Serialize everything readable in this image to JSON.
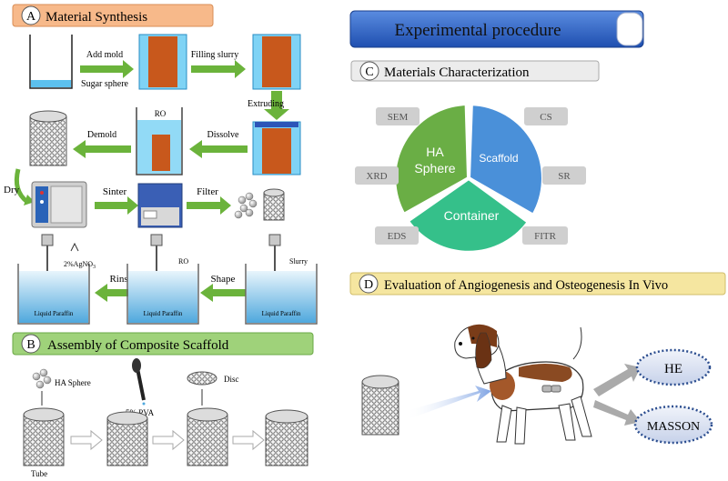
{
  "panels": {
    "a": {
      "letter": "A",
      "title": "Material Synthesis"
    },
    "b": {
      "letter": "B",
      "title": "Assembly of Composite Scaffold"
    },
    "c": {
      "letter": "C",
      "title": "Materials Characterization"
    },
    "d": {
      "letter": "D",
      "title": "Evaluation of Angiogenesis and Osteogenesis In Vivo"
    }
  },
  "header": {
    "title": "Experimental procedure"
  },
  "synthesis": {
    "add_mold": "Add mold",
    "sugar_sphere": "Sugar sphere",
    "filling_slurry": "Filling slurry",
    "extruding": "Extruding",
    "dissolve": "Dissolve",
    "demold": "Demold",
    "ro": "RO",
    "dry": "Dry",
    "sinter": "Sinter",
    "filter": "Filter",
    "agno3": "2%AgNO",
    "agno3_sub": "3",
    "ro2": "RO",
    "slurry": "Slurry",
    "rinse": "Rinse",
    "shape": "Shape",
    "paraffin1": "Liquid Paraffin",
    "paraffin2": "Liquid Paraffin",
    "paraffin3": "Liquid Paraffin"
  },
  "assembly": {
    "ha_sphere": "HA Sphere",
    "pva": "5% PVA",
    "disc": "Disc",
    "tube": "Tube"
  },
  "characterization": {
    "sectors": {
      "ha1": "HA",
      "ha2": "Sphere",
      "scaffold": "Scaffold",
      "container": "Container"
    },
    "tags": {
      "sem": "SEM",
      "xrd": "XRD",
      "eds": "EDS",
      "cs": "CS",
      "sr": "SR",
      "fitr": "FITR"
    }
  },
  "evaluation": {
    "he": "HE",
    "masson": "MASSON"
  },
  "colors": {
    "orange_label": "#f7b98a",
    "green_label": "#9fd27a",
    "yellow_label": "#f5e6a0",
    "header_blue": "#2f62c4",
    "sector_green": "#6aae45",
    "sector_blue": "#4a90d9",
    "sector_teal": "#35c08a",
    "arrow_green": "#6bb33b",
    "water_blue": "#6ec6f0",
    "slurry_orange": "#cc5a1e",
    "oval_fill": "#dbe3f3",
    "oval_border": "#2b4d8f"
  }
}
